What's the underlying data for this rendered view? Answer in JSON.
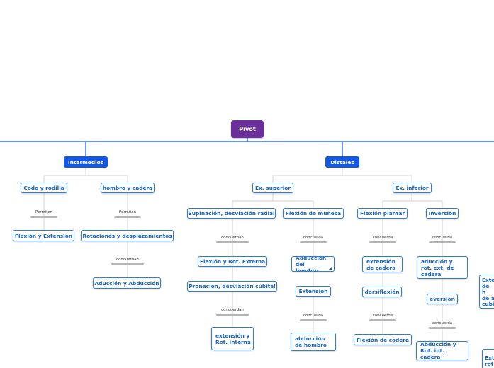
{
  "map": {
    "root": "Pivot",
    "intermedios": {
      "label": "Intermedios",
      "codo": {
        "label": "Codo y rodilla",
        "link": "Permiten",
        "child": "Flexión y Extensión"
      },
      "hombro": {
        "label": "hombro y cadera",
        "link": "Permiten",
        "child": "Rotaciones y desplazamientos",
        "link2": "concuerdan",
        "child2": "Aducción y Abducción"
      }
    },
    "distales": {
      "label": "Distales",
      "superior": {
        "label": "Ex. superior",
        "supinacion": {
          "label": "Supinación, desviación radial",
          "link": "concuerdan",
          "c1": "Flexión y Rot. Externa",
          "c2": "Pronación, desviación cubital",
          "link2": "concuerdan",
          "c3": "extensión y Rot. interna"
        },
        "muneca": {
          "label": "Flexión de muñeca",
          "link": "concuerda",
          "c1": "Adducción del hombro",
          "c2": "Extensión",
          "link2": "concuerda",
          "c3": "abducción de hombro"
        }
      },
      "inferior": {
        "label": "Ex. inferior",
        "plantar": {
          "label": "Flexión plantar",
          "link": "concuerda",
          "c1": "extensión de cadera",
          "c2": "dorsiflexión",
          "link2": "concuerda",
          "c3": "Flexión de cadera"
        },
        "inversion": {
          "label": "Inversión",
          "link": "concuerda",
          "c1": "aducción y rot. ext. de cadera",
          "c2": "eversión",
          "link2": "concuerda",
          "c3": "Abducción y Rot. int. cadera"
        }
      },
      "partial1": "Exte de h de a cubi dedo",
      "partial2": "Ext rot"
    }
  }
}
